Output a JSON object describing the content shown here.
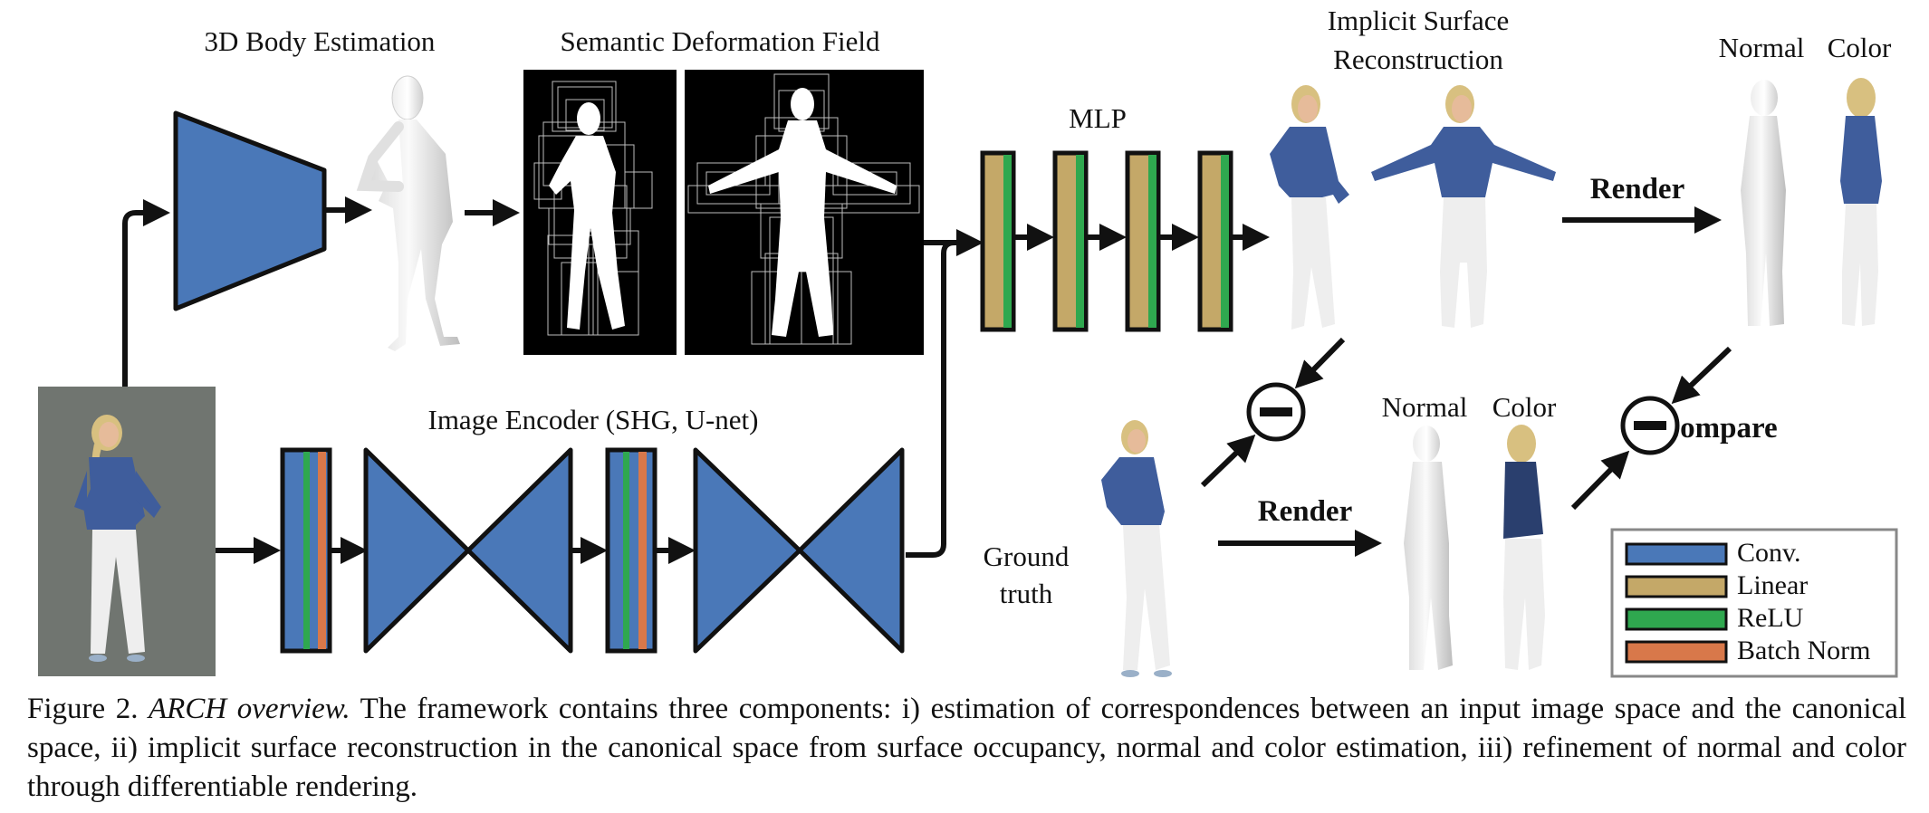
{
  "labels": {
    "body_estimation": "3D Body Estimation",
    "deformation_field": "Semantic Deformation Field",
    "mlp": "MLP",
    "implicit_line1": "Implicit Surface",
    "implicit_line2": "Reconstruction",
    "render_top": "Render",
    "normal_top": "Normal",
    "color_top": "Color",
    "image_encoder": "Image Encoder (SHG, U-net)",
    "normal_mid": "Normal",
    "color_mid": "Color",
    "render_bottom": "Render",
    "ground_line1": "Ground",
    "ground_line2": "truth",
    "compare": "Compare"
  },
  "legend": [
    {
      "label": "Conv.",
      "color": "#4a78b8"
    },
    {
      "label": "Linear",
      "color": "#c4a868"
    },
    {
      "label": "ReLU",
      "color": "#2fa84f"
    },
    {
      "label": "Batch Norm",
      "color": "#d8784a"
    }
  ],
  "colors": {
    "conv": "#4a78b8",
    "linear": "#c4a868",
    "relu": "#2fa84f",
    "batchnorm": "#d8784a",
    "photo_background": "#707570",
    "jacket": "#3f5d9c",
    "pants": "#eeeeee",
    "hair": "#d8c080",
    "skin": "#e6bb9a"
  },
  "caption": {
    "figure": "Figure 2.",
    "title": "ARCH overview.",
    "text": "The framework contains three components: i) estimation of correspondences between an input image space and the canonical space, ii) implicit surface reconstruction in the canonical space from surface occupancy, normal and color estimation, iii) refinement of normal and color through differentiable rendering."
  }
}
